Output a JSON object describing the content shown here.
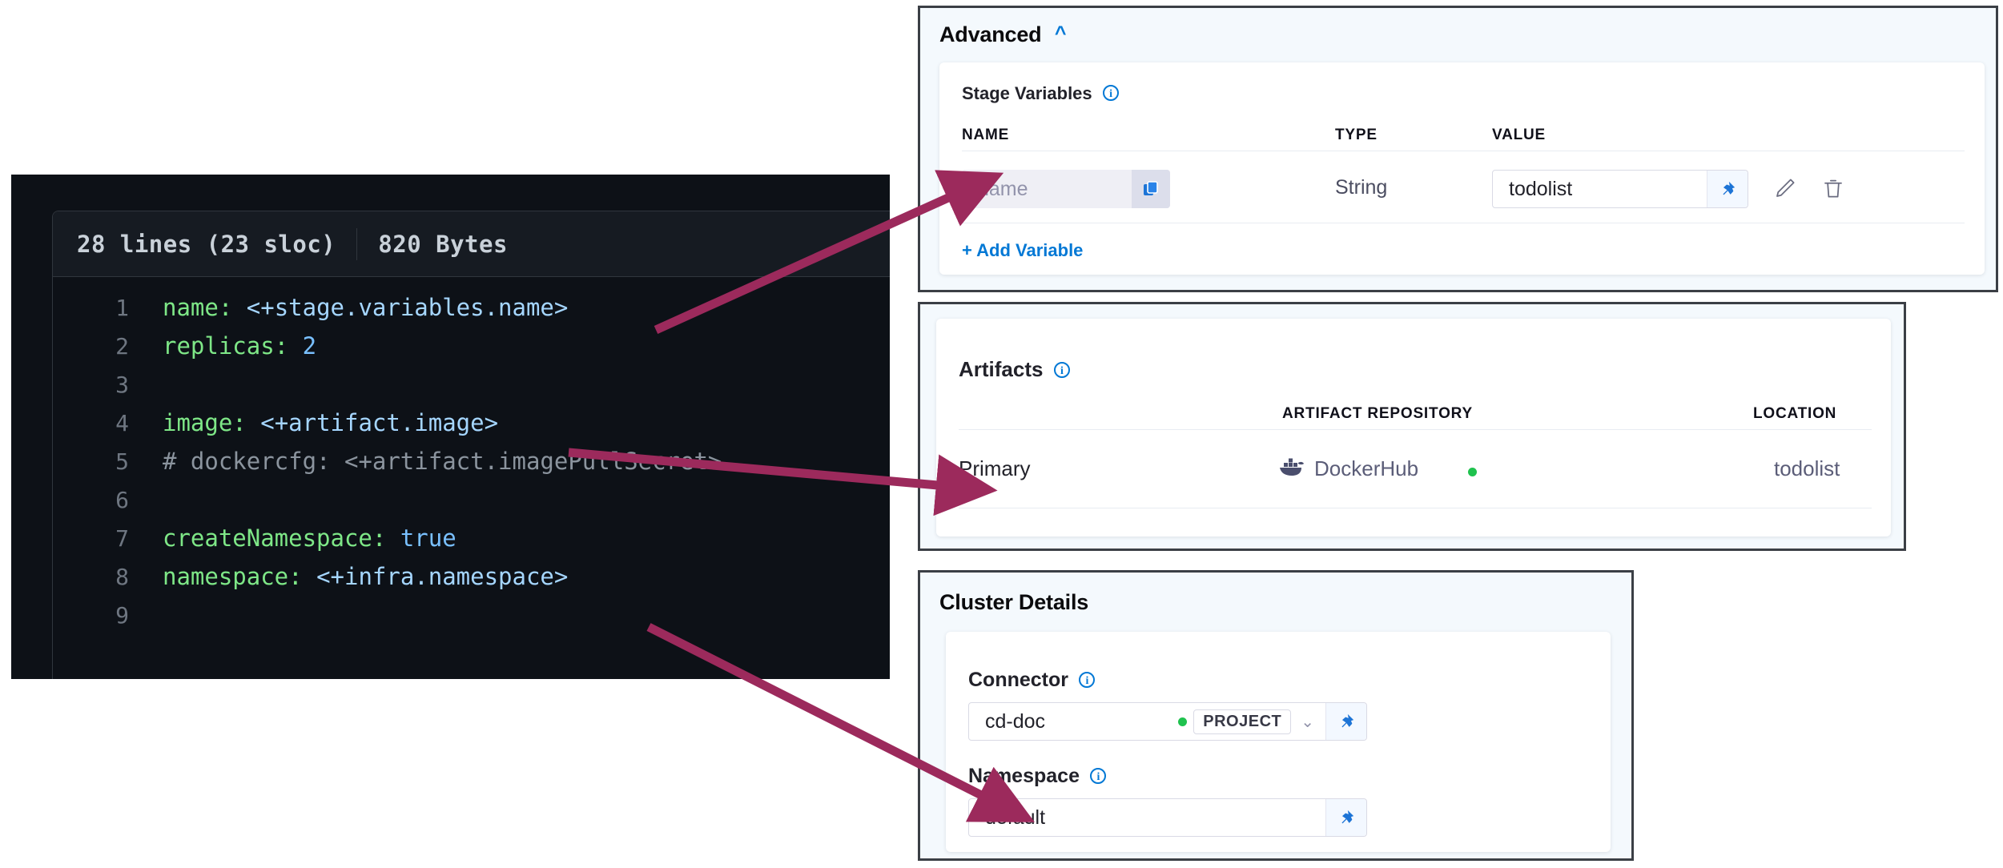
{
  "code_viewer": {
    "lines_meta": "28 lines (23 sloc)",
    "size_meta": "820 Bytes",
    "lines": [
      {
        "num": "1",
        "segments": [
          {
            "t": "name:",
            "c": "k"
          },
          {
            "t": " ",
            "c": "p"
          },
          {
            "t": "<+stage.variables.name>",
            "c": "v"
          }
        ]
      },
      {
        "num": "2",
        "segments": [
          {
            "t": "replicas:",
            "c": "k"
          },
          {
            "t": " ",
            "c": "p"
          },
          {
            "t": "2",
            "c": "n"
          }
        ]
      },
      {
        "num": "3",
        "segments": []
      },
      {
        "num": "4",
        "segments": [
          {
            "t": "image:",
            "c": "k"
          },
          {
            "t": " ",
            "c": "p"
          },
          {
            "t": "<+artifact.image>",
            "c": "v"
          }
        ]
      },
      {
        "num": "5",
        "segments": [
          {
            "t": "# dockercfg: <+artifact.imagePullSecret>",
            "c": "c"
          }
        ]
      },
      {
        "num": "6",
        "segments": []
      },
      {
        "num": "7",
        "segments": [
          {
            "t": "createNamespace:",
            "c": "k"
          },
          {
            "t": " ",
            "c": "p"
          },
          {
            "t": "true",
            "c": "n"
          }
        ]
      },
      {
        "num": "8",
        "segments": [
          {
            "t": "namespace:",
            "c": "k"
          },
          {
            "t": " ",
            "c": "p"
          },
          {
            "t": "<+infra.namespace>",
            "c": "v"
          }
        ]
      },
      {
        "num": "9",
        "segments": []
      }
    ]
  },
  "advanced_panel": {
    "title": "Advanced",
    "collapse_icon": "chevron-up-icon",
    "stage_variables_label": "Stage Variables",
    "info_icon": "info-icon",
    "columns": {
      "name": "NAME",
      "type": "TYPE",
      "value": "VALUE"
    },
    "rows": [
      {
        "name_placeholder": "name",
        "name_value": "",
        "type": "String",
        "value": "todolist",
        "copy_icon": "copy-icon",
        "pin_icon": "pin-icon",
        "edit_icon": "pencil-icon",
        "delete_icon": "trash-icon"
      }
    ],
    "add_variable_label": "+ Add Variable"
  },
  "artifacts_panel": {
    "title": "Artifacts",
    "info_icon": "info-icon",
    "columns": {
      "repository": "ARTIFACT REPOSITORY",
      "location": "LOCATION"
    },
    "rows": [
      {
        "kind": "Primary",
        "repository": "DockerHub",
        "repository_icon": "docker-whale-icon",
        "status_dot_color": "#1fc24e",
        "location": "todolist"
      }
    ]
  },
  "cluster_panel": {
    "title": "Cluster Details",
    "connector": {
      "label": "Connector",
      "info_icon": "info-icon",
      "value": "cd-doc",
      "scope_tag": "PROJECT",
      "status_dot_color": "#1fc24e",
      "dropdown_icon": "chevron-down-icon",
      "pin_icon": "pin-icon"
    },
    "namespace": {
      "label": "Namespace",
      "info_icon": "info-icon",
      "value": "default",
      "pin_icon": "pin-icon"
    }
  },
  "annotations": {
    "arrow_color": "#9c2a5c",
    "arrows": [
      {
        "name": "arrow-name-variable",
        "from_line": "1",
        "to": "stage-variable-name-input"
      },
      {
        "name": "arrow-artifact-image",
        "from_line": "4",
        "to": "artifacts-primary-row"
      },
      {
        "name": "arrow-infra-namespace",
        "from_line": "8",
        "to": "cluster-namespace-input"
      }
    ]
  }
}
